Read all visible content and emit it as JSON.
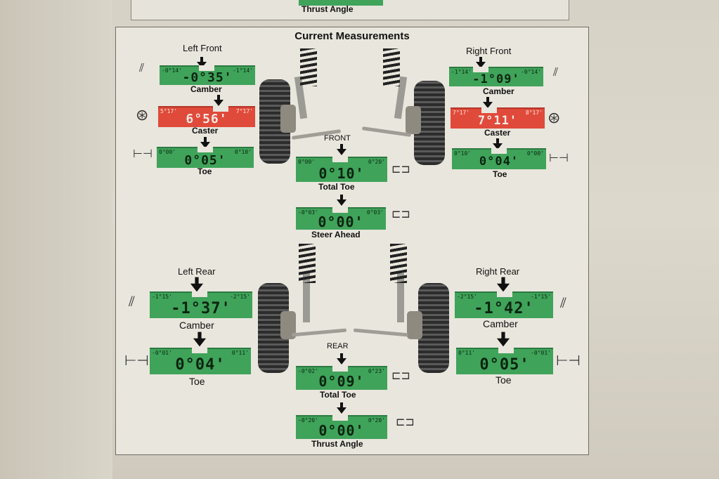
{
  "top_caption": "Thrust Angle",
  "title": "Current Measurements",
  "front_label": "FRONT",
  "rear_label": "REAR",
  "left_front": {
    "label": "Left Front",
    "camber": {
      "lo": "-0°14'",
      "hi": "-1°14'",
      "value": "-0°35'",
      "caption": "Camber"
    },
    "caster": {
      "lo": "5°17'",
      "hi": "7°17'",
      "value": "6°56'",
      "caption": "Caster"
    },
    "toe": {
      "lo": "0°00'",
      "hi": "0°10'",
      "value": "0°05'",
      "caption": "Toe"
    }
  },
  "right_front": {
    "label": "Right Front",
    "camber": {
      "lo": "-1°14'",
      "hi": "-0°14'",
      "value": "-1°09'",
      "caption": "Camber"
    },
    "caster": {
      "lo": "7°17'",
      "hi": "8°17'",
      "value": "7°11'",
      "caption": "Caster"
    },
    "toe": {
      "lo": "0°10'",
      "hi": "0°00'",
      "value": "0°04'",
      "caption": "Toe"
    }
  },
  "front_total_toe": {
    "lo": "0°00'",
    "hi": "0°20'",
    "value": "0°10'",
    "caption": "Total Toe"
  },
  "steer_ahead": {
    "lo": "-0°03'",
    "hi": "0°03'",
    "value": "0°00'",
    "caption": "Steer Ahead"
  },
  "left_rear": {
    "label": "Left Rear",
    "camber": {
      "lo": "-1°15'",
      "hi": "-2°15'",
      "value": "-1°37'",
      "caption": "Camber"
    },
    "toe": {
      "lo": "-0°01'",
      "hi": "0°11'",
      "value": "0°04'",
      "caption": "Toe"
    }
  },
  "right_rear": {
    "label": "Right Rear",
    "camber": {
      "lo": "-2°15'",
      "hi": "-1°15'",
      "value": "-1°42'",
      "caption": "Camber"
    },
    "toe": {
      "lo": "0°11'",
      "hi": "-0°01'",
      "value": "0°05'",
      "caption": "Toe"
    }
  },
  "rear_total_toe": {
    "lo": "-0°02'",
    "hi": "0°23'",
    "value": "0°09'",
    "caption": "Total Toe"
  },
  "thrust_angle": {
    "lo": "-0°20'",
    "hi": "0°20'",
    "value": "0°00'",
    "caption": "Thrust Angle"
  },
  "colors": {
    "in_spec": "#3fa35a",
    "out_of_spec": "#e04a3a"
  }
}
